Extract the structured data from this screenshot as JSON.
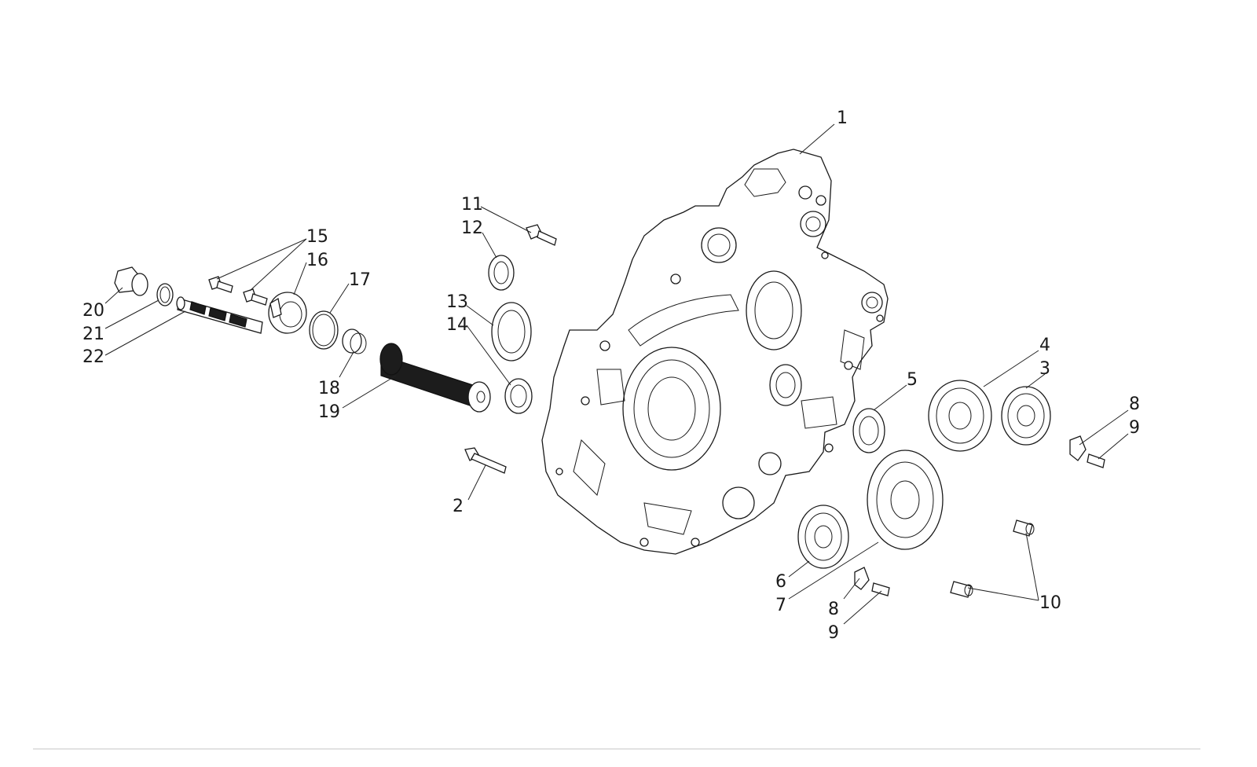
{
  "diagram": {
    "callouts": [
      {
        "id": "c1",
        "label": "1"
      },
      {
        "id": "c2",
        "label": "2"
      },
      {
        "id": "c3",
        "label": "3"
      },
      {
        "id": "c4",
        "label": "4"
      },
      {
        "id": "c5",
        "label": "5"
      },
      {
        "id": "c6",
        "label": "6"
      },
      {
        "id": "c7",
        "label": "7"
      },
      {
        "id": "c8a",
        "label": "8"
      },
      {
        "id": "c8b",
        "label": "8"
      },
      {
        "id": "c9a",
        "label": "9"
      },
      {
        "id": "c9b",
        "label": "9"
      },
      {
        "id": "c10",
        "label": "10"
      },
      {
        "id": "c11",
        "label": "11"
      },
      {
        "id": "c12",
        "label": "12"
      },
      {
        "id": "c13",
        "label": "13"
      },
      {
        "id": "c14",
        "label": "14"
      },
      {
        "id": "c15",
        "label": "15"
      },
      {
        "id": "c16",
        "label": "16"
      },
      {
        "id": "c17",
        "label": "17"
      },
      {
        "id": "c18",
        "label": "18"
      },
      {
        "id": "c19",
        "label": "19"
      },
      {
        "id": "c20",
        "label": "20"
      },
      {
        "id": "c21",
        "label": "21"
      },
      {
        "id": "c22",
        "label": "22"
      }
    ]
  },
  "colors": {
    "line": "#1a1a1a",
    "background": "#ffffff",
    "divider": "#d8d8d8"
  }
}
